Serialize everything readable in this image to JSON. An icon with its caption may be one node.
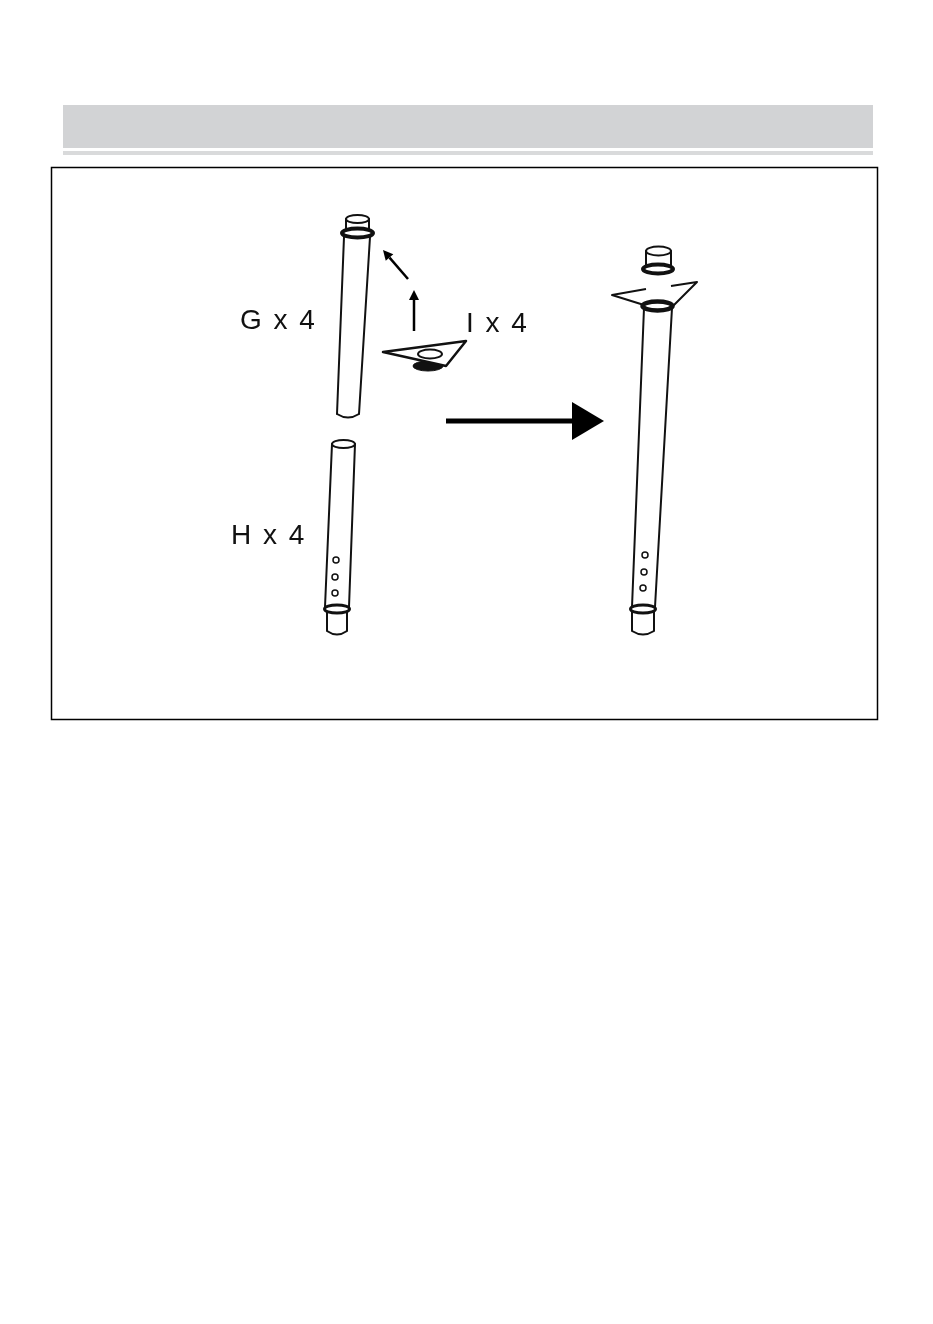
{
  "diagram": {
    "nodes": [
      {
        "text": [],
        "shape": "picture",
        "beside": [
          "G x 4"
        ]
      },
      {
        "text": [],
        "shape": "picture",
        "beside": [
          "I x 4"
        ]
      },
      {
        "text": [],
        "shape": "picture",
        "beside": [
          "H x 4"
        ]
      },
      {
        "text": [],
        "shape": "picture"
      }
    ],
    "edges": [
      {
        "from": null,
        "to": 3,
        "arrow": "to"
      }
    ]
  }
}
